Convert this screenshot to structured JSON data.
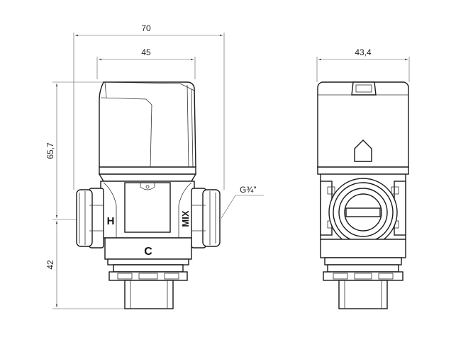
{
  "dimensions": {
    "overall_width": "70",
    "cap_width": "45",
    "height_top": "65,7",
    "height_bottom": "42",
    "side_width": "43,4"
  },
  "thread_label": "G¾\"",
  "port_labels": {
    "hot": "H",
    "cold": "C",
    "mix": "MIX"
  },
  "colors": {
    "line": "#1a1a1a",
    "dimension": "#555555",
    "background": "#ffffff"
  }
}
